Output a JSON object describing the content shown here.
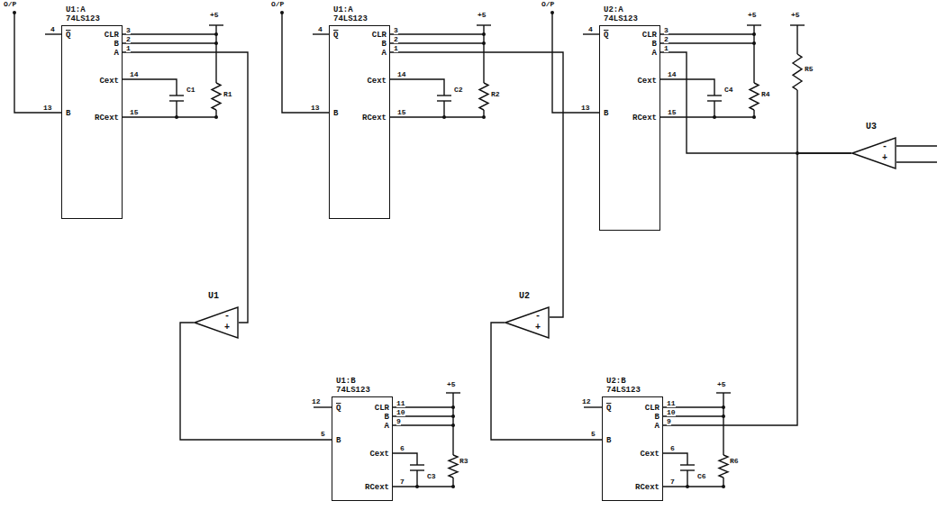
{
  "diagram": {
    "nodes": [
      {
        "text": [
          "U1:A 74LS123",
          "Q",
          "B",
          "CLR",
          "B",
          "A",
          "Cext",
          "RCext"
        ]
      },
      {
        "text": [
          "U1:A 74LS123",
          "Q",
          "B",
          "CLR",
          "B",
          "A",
          "Cext",
          "RCext"
        ]
      },
      {
        "text": [
          "U2:A 74LS123",
          "Q",
          "B",
          "CLR",
          "B",
          "A",
          "Cext",
          "RCext"
        ]
      },
      {
        "text": [
          "U3",
          "-",
          "+"
        ]
      },
      {
        "text": [
          "U1",
          "-",
          "+"
        ]
      },
      {
        "text": [
          "U2",
          "-",
          "+"
        ]
      },
      {
        "text": [
          "U1:B 74LS123",
          "Q",
          "B",
          "CLR",
          "B",
          "A",
          "Cext",
          "RCext"
        ]
      },
      {
        "text": [
          "U2:B 74LS123",
          "Q",
          "B",
          "CLR",
          "B",
          "A",
          "Cext",
          "RCext"
        ]
      }
    ],
    "edges": [
      {
        "from": 0,
        "to": 4,
        "arrow": "none"
      },
      {
        "from": 4,
        "to": 6,
        "arrow": "none"
      },
      {
        "from": 1,
        "to": 5,
        "arrow": "none"
      },
      {
        "from": 5,
        "to": 7,
        "arrow": "none"
      },
      {
        "from": 2,
        "to": 3,
        "arrow": "none"
      },
      {
        "from": 7,
        "to": 3,
        "arrow": "none"
      }
    ],
    "labels": [
      "O/P",
      "4",
      "13",
      "3",
      "2",
      "1",
      "14",
      "15",
      "+5",
      "R1",
      "C1",
      "O/P",
      "4",
      "13",
      "3",
      "2",
      "1",
      "14",
      "15",
      "+5",
      "R2",
      "C2",
      "O/P",
      "4",
      "13",
      "3",
      "2",
      "1",
      "14",
      "15",
      "+5",
      "R4",
      "C4",
      "12",
      "5",
      "11",
      "10",
      "9",
      "6",
      "7",
      "+5",
      "R3",
      "C3",
      "12",
      "5",
      "11",
      "10",
      "9",
      "6",
      "7",
      "+5",
      "R6",
      "C6",
      "+5",
      "R5"
    ]
  }
}
